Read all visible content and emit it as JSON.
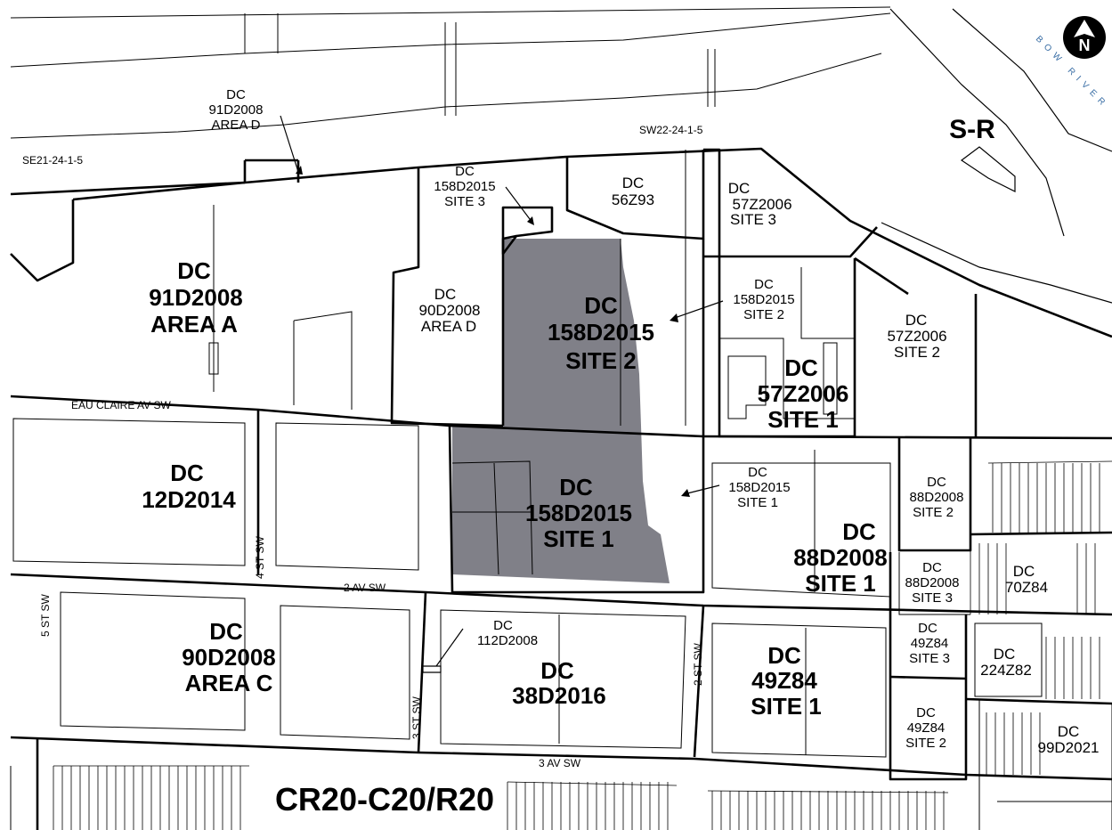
{
  "map": {
    "colors": {
      "shaded": "#808088",
      "line": "#000000",
      "background": "#ffffff",
      "river_label": "#3a6ea5"
    },
    "north_icon": "north-arrow-icon",
    "river_label": "BOW RIVER",
    "river_zone": "S-R",
    "zones": [
      {
        "l1": "DC",
        "l2": "91D2008",
        "l3": "AREA D"
      },
      {
        "l1": "DC",
        "l2": "158D2015",
        "l3": "SITE 3"
      },
      {
        "l1": "DC",
        "l2": "56Z93",
        "l3": ""
      },
      {
        "l1": "DC",
        "l2": "57Z2006",
        "l3": "SITE 3"
      },
      {
        "l1": "DC",
        "l2": "91D2008",
        "l3": "AREA A"
      },
      {
        "l1": "DC",
        "l2": "90D2008",
        "l3": "AREA D"
      },
      {
        "l1": "DC",
        "l2": "158D2015",
        "l3": "SITE 2"
      },
      {
        "l1": "DC",
        "l2": "158D2015",
        "l3": "SITE 2"
      },
      {
        "l1": "DC",
        "l2": "57Z2006",
        "l3": "SITE 2"
      },
      {
        "l1": "DC",
        "l2": "57Z2006",
        "l3": "SITE 1"
      },
      {
        "l1": "DC",
        "l2": "12D2014",
        "l3": ""
      },
      {
        "l1": "DC",
        "l2": "158D2015",
        "l3": "SITE 1"
      },
      {
        "l1": "DC",
        "l2": "158D2015",
        "l3": "SITE 1"
      },
      {
        "l1": "DC",
        "l2": "88D2008",
        "l3": "SITE 2"
      },
      {
        "l1": "DC",
        "l2": "88D2008",
        "l3": "SITE 1"
      },
      {
        "l1": "DC",
        "l2": "88D2008",
        "l3": "SITE 3"
      },
      {
        "l1": "DC",
        "l2": "70Z84",
        "l3": ""
      },
      {
        "l1": "DC",
        "l2": "90D2008",
        "l3": "AREA C"
      },
      {
        "l1": "DC",
        "l2": "112D2008",
        "l3": ""
      },
      {
        "l1": "DC",
        "l2": "38D2016",
        "l3": ""
      },
      {
        "l1": "DC",
        "l2": "49Z84",
        "l3": "SITE 1"
      },
      {
        "l1": "DC",
        "l2": "49Z84",
        "l3": "SITE 3"
      },
      {
        "l1": "DC",
        "l2": "224Z82",
        "l3": ""
      },
      {
        "l1": "DC",
        "l2": "49Z84",
        "l3": "SITE 2"
      },
      {
        "l1": "DC",
        "l2": "99D2021",
        "l3": ""
      }
    ],
    "streets": {
      "eau_claire": "EAU CLAIRE AV SW",
      "ave2": "2 AV SW",
      "ave3": "3 AV SW",
      "st2": "2 ST SW",
      "st3": "3 ST SW",
      "st4": "4 ST SW",
      "st5": "5 ST SW"
    },
    "bottom_zone": "CR20-C20/R20",
    "section_labels": {
      "se": "SE21-24-1-5",
      "sw": "SW22-24-1-5"
    }
  }
}
